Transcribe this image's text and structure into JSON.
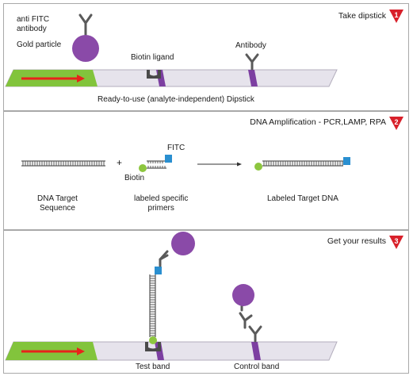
{
  "colors": {
    "strip": "#e6e3ec",
    "strip_edge": "#b3aebd",
    "pad": "#82c43c",
    "arrow": "#e8231b",
    "line_purple": "#7c3fa1",
    "gold": "#8a4aa8",
    "fitc": "#2a8fd0",
    "biotin": "#8dc63f",
    "antibody": "#5a5a5a",
    "step_badge": "#d8202a"
  },
  "panel1": {
    "title": "Take dipstick",
    "badge": "1",
    "anti_fitc_label": "anti FITC\nantibody",
    "gold_label": "Gold particle",
    "biotin_label": "Biotin ligand",
    "antibody_label": "Antibody",
    "caption": "Ready-to-use (analyte-independent) Dipstick"
  },
  "panel2": {
    "title": "DNA Amplification - PCR,LAMP, RPA",
    "badge": "2",
    "plus": "+",
    "fitc_label": "FITC",
    "biotin_label": "Biotin",
    "target_label": "DNA Target\nSequence",
    "primers_label": "labeled specific\nprimers",
    "labeled_label": "Labeled Target DNA"
  },
  "panel3": {
    "title": "Get your results",
    "badge": "3",
    "test_label": "Test band",
    "control_label": "Control band"
  }
}
